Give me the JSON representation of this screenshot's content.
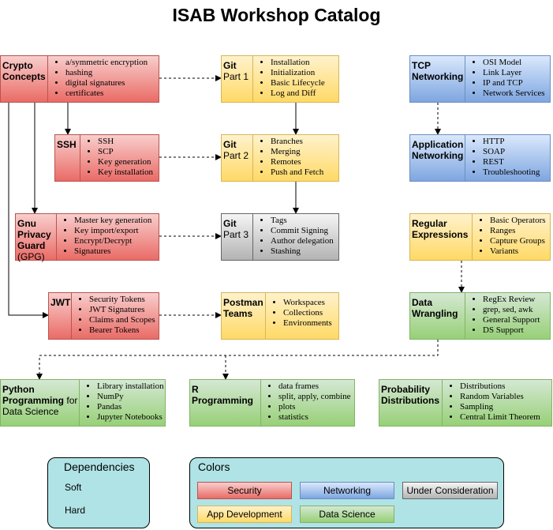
{
  "title": "ISAB Workshop Catalog",
  "nodes": {
    "crypto": {
      "title": "Crypto Concepts",
      "items": [
        "a/symmetric encryption",
        "hashing",
        "digital signatures",
        "certificates"
      ]
    },
    "ssh": {
      "title": "SSH",
      "items": [
        "SSH",
        "SCP",
        "Key generation",
        "Key installation"
      ]
    },
    "gpg": {
      "title": "Gnu Privacy Guard",
      "subtitle": "(GPG)",
      "items": [
        "Master key generation",
        "Key import/export",
        "Encrypt/Decrypt",
        "Signatures"
      ]
    },
    "jwt": {
      "title": "JWT",
      "items": [
        "Security Tokens",
        "JWT Signatures",
        "Claims and Scopes",
        "Bearer Tokens"
      ]
    },
    "git1": {
      "title": "Git",
      "subtitle": "Part 1",
      "items": [
        "Installation",
        "Initialization",
        "Basic Lifecycle",
        "Log and Diff"
      ]
    },
    "git2": {
      "title": "Git",
      "subtitle": "Part 2",
      "items": [
        "Branches",
        "Merging",
        "Remotes",
        "Push and Fetch"
      ]
    },
    "git3": {
      "title": "Git",
      "subtitle": "Part 3",
      "items": [
        "Tags",
        "Commit Signing",
        "Author delegation",
        "Stashing"
      ]
    },
    "postman": {
      "title": "Postman Teams",
      "items": [
        "Workspaces",
        "Collections",
        "Environments"
      ]
    },
    "tcp": {
      "title": "TCP Networking",
      "items": [
        "OSI Model",
        "Link Layer",
        "IP and TCP",
        "Network Services"
      ]
    },
    "appnet": {
      "title": "Application Networking",
      "items": [
        "HTTP",
        "SOAP",
        "REST",
        "Troubleshooting"
      ]
    },
    "regex": {
      "title": "Regular Expressions",
      "items": [
        "Basic Operators",
        "Ranges",
        "Capture Groups",
        "Variants"
      ]
    },
    "wrangling": {
      "title": "Data Wrangling",
      "items": [
        "RegEx Review",
        "grep, sed, awk",
        "General Support",
        "DS Support"
      ]
    },
    "python": {
      "title": "Python Programming",
      "subtitle": "for Data Science",
      "items": [
        "Library installation",
        "NumPy",
        "Pandas",
        "Jupyter Notebooks"
      ]
    },
    "rprog": {
      "title": "R Programming",
      "items": [
        "data frames",
        "split, apply, combine",
        "plots",
        "statistics"
      ]
    },
    "prob": {
      "title": "Probability Distributions",
      "items": [
        "Distributions",
        "Random Variables",
        "Sampling",
        "Central Limit Theorem"
      ]
    }
  },
  "legend_dependencies": {
    "title": "Dependencies",
    "soft": "Soft",
    "hard": "Hard"
  },
  "legend_colors": {
    "title": "Colors",
    "security": "Security",
    "networking": "Networking",
    "under_consideration": "Under Consideration",
    "app_development": "App Development",
    "data_science": "Data Science"
  }
}
